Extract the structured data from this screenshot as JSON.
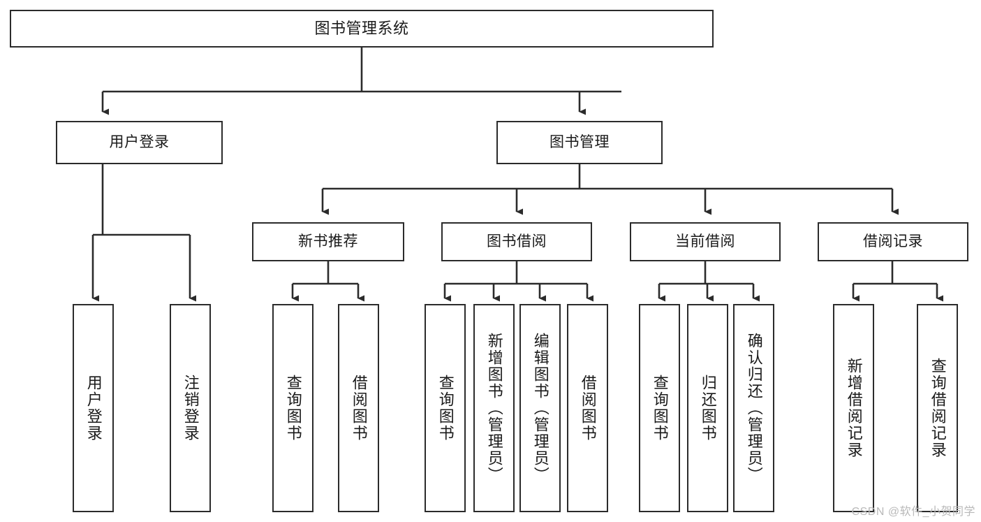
{
  "diagram": {
    "type": "tree",
    "title": "图书管理系统",
    "nodes": {
      "root": {
        "label": "图书管理系统"
      },
      "level1": [
        {
          "id": "user-login",
          "label": "用户登录"
        },
        {
          "id": "book-management",
          "label": "图书管理"
        }
      ],
      "level2": [
        {
          "id": "new-book-recommend",
          "label": "新书推荐"
        },
        {
          "id": "book-borrow",
          "label": "图书借阅"
        },
        {
          "id": "current-borrow",
          "label": "当前借阅"
        },
        {
          "id": "borrow-record",
          "label": "借阅记录"
        }
      ],
      "leaves": [
        {
          "id": "leaf-user-login",
          "label": "用户登录",
          "parent": "user-login"
        },
        {
          "id": "leaf-logout-login",
          "label": "注销登录",
          "parent": "user-login"
        },
        {
          "id": "leaf-query-book-1",
          "label": "查询图书",
          "parent": "new-book-recommend"
        },
        {
          "id": "leaf-borrow-book-1",
          "label": "借阅图书",
          "parent": "new-book-recommend"
        },
        {
          "id": "leaf-query-book-2",
          "label": "查询图书",
          "parent": "book-borrow"
        },
        {
          "id": "leaf-add-book",
          "label": "新增图书（管理员）",
          "parent": "book-borrow"
        },
        {
          "id": "leaf-edit-book",
          "label": "编辑图书（管理员）",
          "parent": "book-borrow"
        },
        {
          "id": "leaf-borrow-book-2",
          "label": "借阅图书",
          "parent": "book-borrow"
        },
        {
          "id": "leaf-query-book-3",
          "label": "查询图书",
          "parent": "current-borrow"
        },
        {
          "id": "leaf-return-book",
          "label": "归还图书",
          "parent": "current-borrow"
        },
        {
          "id": "leaf-confirm-return",
          "label": "确认归还（管理员）",
          "parent": "current-borrow"
        },
        {
          "id": "leaf-add-record",
          "label": "新增借阅记录",
          "parent": "borrow-record"
        },
        {
          "id": "leaf-query-record",
          "label": "查询借阅记录",
          "parent": "borrow-record"
        }
      ]
    },
    "colors": {
      "stroke": "#2b2b2b",
      "fill": "#ffffff",
      "text": "#1a1a1a",
      "watermark": "#b9b9b9"
    }
  },
  "watermark": {
    "text": "CSDN @软件_小贺同学"
  }
}
